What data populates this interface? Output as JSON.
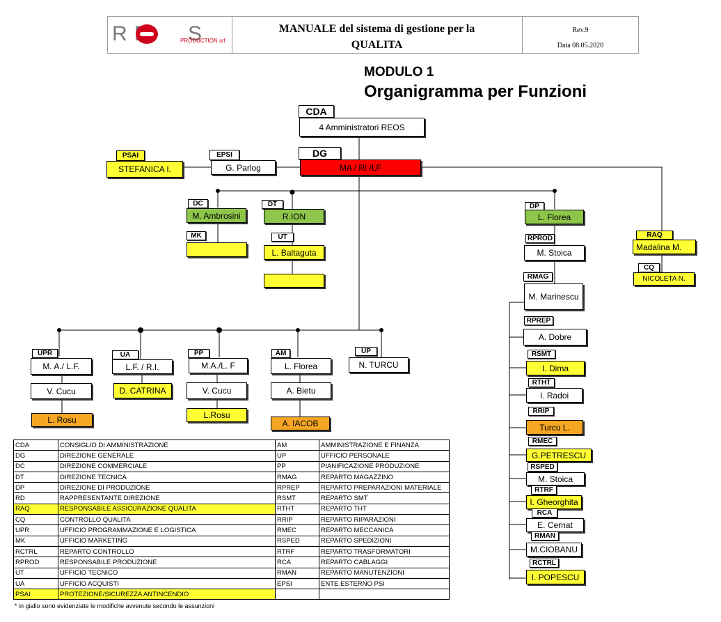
{
  "header": {
    "logo_text": "REOS",
    "logo_sub": "PRODUCTION srl",
    "title_line1": "MANUALE del sistema di gestione per la",
    "title_line2": "QUALITA",
    "rev": "Rev.9",
    "date": "Data  08.05.2020"
  },
  "titles": {
    "module": "MODULO 1",
    "main": "Organigramma per Funzioni"
  },
  "chart": {
    "cda_label": "CDA",
    "cda_box": "4 Amministratori  REOS",
    "dg_label": "DG",
    "dg_box": "MA / RI /LF",
    "epsi_label": "EPSI",
    "epsi_box": "G. Parlog",
    "psai_label": "PSAI",
    "psai_box": "STEFANICA I.",
    "dc_label": "DC",
    "dc_box": "M. Ambrosini",
    "mk_label": "MK",
    "mk_box": "",
    "dt_label": "DT",
    "dt_box": "R.ION",
    "ut_label": "UT",
    "ut_box": "L. Baltaguta",
    "ut_box2": "",
    "dp_label": "DP",
    "dp_box": "L. Florea",
    "raq_label": "RAQ",
    "raq_box": "Madalina M.",
    "cq_label": "CQ",
    "cq_box": "NICOLETA N.",
    "rprod_label": "RPROD",
    "rprod_box": "M. Stoica",
    "rmag_label": "RMAG",
    "rmag_box": "M. Marinescu",
    "rprep_label": "RPREP",
    "rprep_box": "A. Dobre",
    "rsmt_label": "RSMT",
    "rsmt_box": "I. Dima",
    "rtht_label": "RTHT",
    "rtht_box": "I. Radoi",
    "rrip_label": "RRIP",
    "rrip_box": "Turcu L.",
    "rmec_label": "RMEC",
    "rmec_box": "G.PETRESCU",
    "rsped_label": "RSPED",
    "rsped_box": "M. Stoica",
    "rtrf_label": "RTRF",
    "rtrf_box": "I. Gheorghita",
    "rca_label": "RCA",
    "rca_box": "E. Cernat",
    "rman_label": "RMAN",
    "rman_box": "M.CIOBANU",
    "rctrl_label": "RCTRL",
    "rctrl_box": "I. POPESCU",
    "upr_label": "UPR",
    "upr_box": "M. A./ L.F.",
    "upr_box2": "V. Cucu",
    "upr_box3": "L. Rosu",
    "ua_label": "UA",
    "ua_box": "L.F. / R.I.",
    "ua_box2": "D. CATRINA",
    "pp_label": "PP",
    "pp_box": "M.A./L. F",
    "pp_box2": "V. Cucu",
    "pp_box3": "L.Rosu",
    "am_label": "AM",
    "am_box": "L. Florea",
    "am_box2": "A. Bietu",
    "am_box3": "A. IACOB",
    "up_label": "UP",
    "up_box": "N. TURCU"
  },
  "legend": {
    "rows": [
      {
        "k1": "CDA",
        "v1": "CONSIGLIO DI AMMINISTRAZIONE",
        "k2": "AM",
        "v2": "AMMINISTRAZIONE  E FINANZA"
      },
      {
        "k1": "DG",
        "v1": "DIREZIONE GENERALE",
        "k2": "UP",
        "v2": "UFFICIO PERSONALE"
      },
      {
        "k1": "DC",
        "v1": "DIREZIONE COMMERCIALE",
        "k2": "PP",
        "v2": "PIANIFICAZIONE PRODUZIONE"
      },
      {
        "k1": "DT",
        "v1": "DIREZIONE TECNICA",
        "k2": "RMAG",
        "v2": "REPARTO MAGAZZINO"
      },
      {
        "k1": "DP",
        "v1": "DIREZIONE DI PRODUZIONE",
        "k2": "RPREP",
        "v2": "REPARTO PREPARAZIONI MATERIALE"
      },
      {
        "k1": "RD",
        "v1": "RAPPRESENTANTE DIREZIONE",
        "k2": "RSMT",
        "v2": "REPARTO SMT"
      },
      {
        "k1": "RAQ",
        "v1": "RESPONSABILE ASSICURAZIONE QUALITA",
        "k2": "RTHT",
        "v2": "REPARTO THT"
      },
      {
        "k1": "CQ",
        "v1": "CONTROLLO QUALITA",
        "k2": "RRIP",
        "v2": "REPARTO RIPARAZIONI"
      },
      {
        "k1": "UPR",
        "v1": "UFFICIO PROGRAMMAZIONE E LOGISTICA",
        "k2": "RMEC",
        "v2": "REPARTO MECCANICA"
      },
      {
        "k1": "MK",
        "v1": "UFFICIO MARKETING",
        "k2": "RSPED",
        "v2": "REPARTO SPEDIZIONI"
      },
      {
        "k1": "RCTRL",
        "v1": "REPARTO CONTROLLO",
        "k2": "RTRF",
        "v2": "REPARTO TRASFORMATORI"
      },
      {
        "k1": "RPROD",
        "v1": "RESPONSABILE PRODUZIONE",
        "k2": "RCA",
        "v2": "REPARTO CABLAGGI"
      },
      {
        "k1": "UT",
        "v1": "UFFICIO TECNICO",
        "k2": "RMAN",
        "v2": "REPARTO MANUTENZIONI"
      },
      {
        "k1": "UA",
        "v1": "UFFICIO ACQUISTI",
        "k2": "EPSI",
        "v2": "ENTE ESTERNO PSI"
      },
      {
        "k1": "PSAI",
        "v1": "PROTEZIONE/SICUREZZA ANTINCENDIO",
        "k2": "",
        "v2": ""
      }
    ],
    "footnote": "* in giallo sono evidenziate le modifiche avvenute secondo le assunzioni"
  },
  "colors": {
    "highlight_yellow": "#ffff33",
    "green": "#8dc64a",
    "orange": "#f5a623",
    "red": "#ff0000"
  }
}
